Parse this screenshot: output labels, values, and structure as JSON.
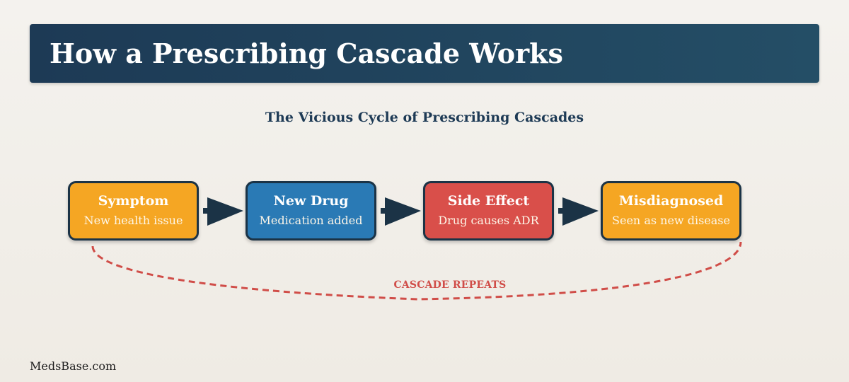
{
  "header": {
    "title": "How a Prescribing Cascade Works"
  },
  "diagram": {
    "subtitle": "The Vicious Cycle of Prescribing Cascades",
    "steps": [
      {
        "title": "Symptom",
        "description": "New health issue",
        "color": "#f5a623"
      },
      {
        "title": "New Drug",
        "description": "Medication added",
        "color": "#2a7ab5"
      },
      {
        "title": "Side Effect",
        "description": "Drug causes ADR",
        "color": "#d94f4a"
      },
      {
        "title": "Misdiagnosed",
        "description": "Seen as new disease",
        "color": "#f5a623"
      }
    ],
    "loop_label": "CASCADE REPEATS",
    "colors": {
      "header_bg": "#1d3a55",
      "border": "#1b3346",
      "arrow": "#1b3346",
      "loop": "#d04d48"
    }
  },
  "footer": {
    "brand": "MedsBase.com"
  }
}
